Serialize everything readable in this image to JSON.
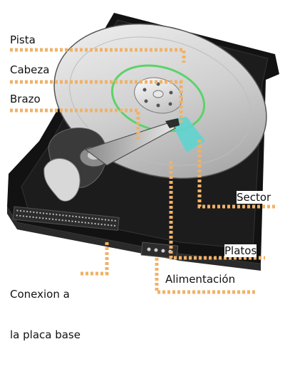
{
  "colors": {
    "leader": "#f0b268",
    "track": "#5cd26a",
    "sector": "#5fd4d0",
    "case": "#121212",
    "platter": "#dcdcdc"
  },
  "labels": {
    "pista": "Pista",
    "cabeza": "Cabeza",
    "brazo": "Brazo",
    "sector": "Sector",
    "platos": "Platos",
    "conexion_line1": "Conexion a",
    "conexion_line2": "la placa base",
    "alimentacion": "Alimentación"
  }
}
